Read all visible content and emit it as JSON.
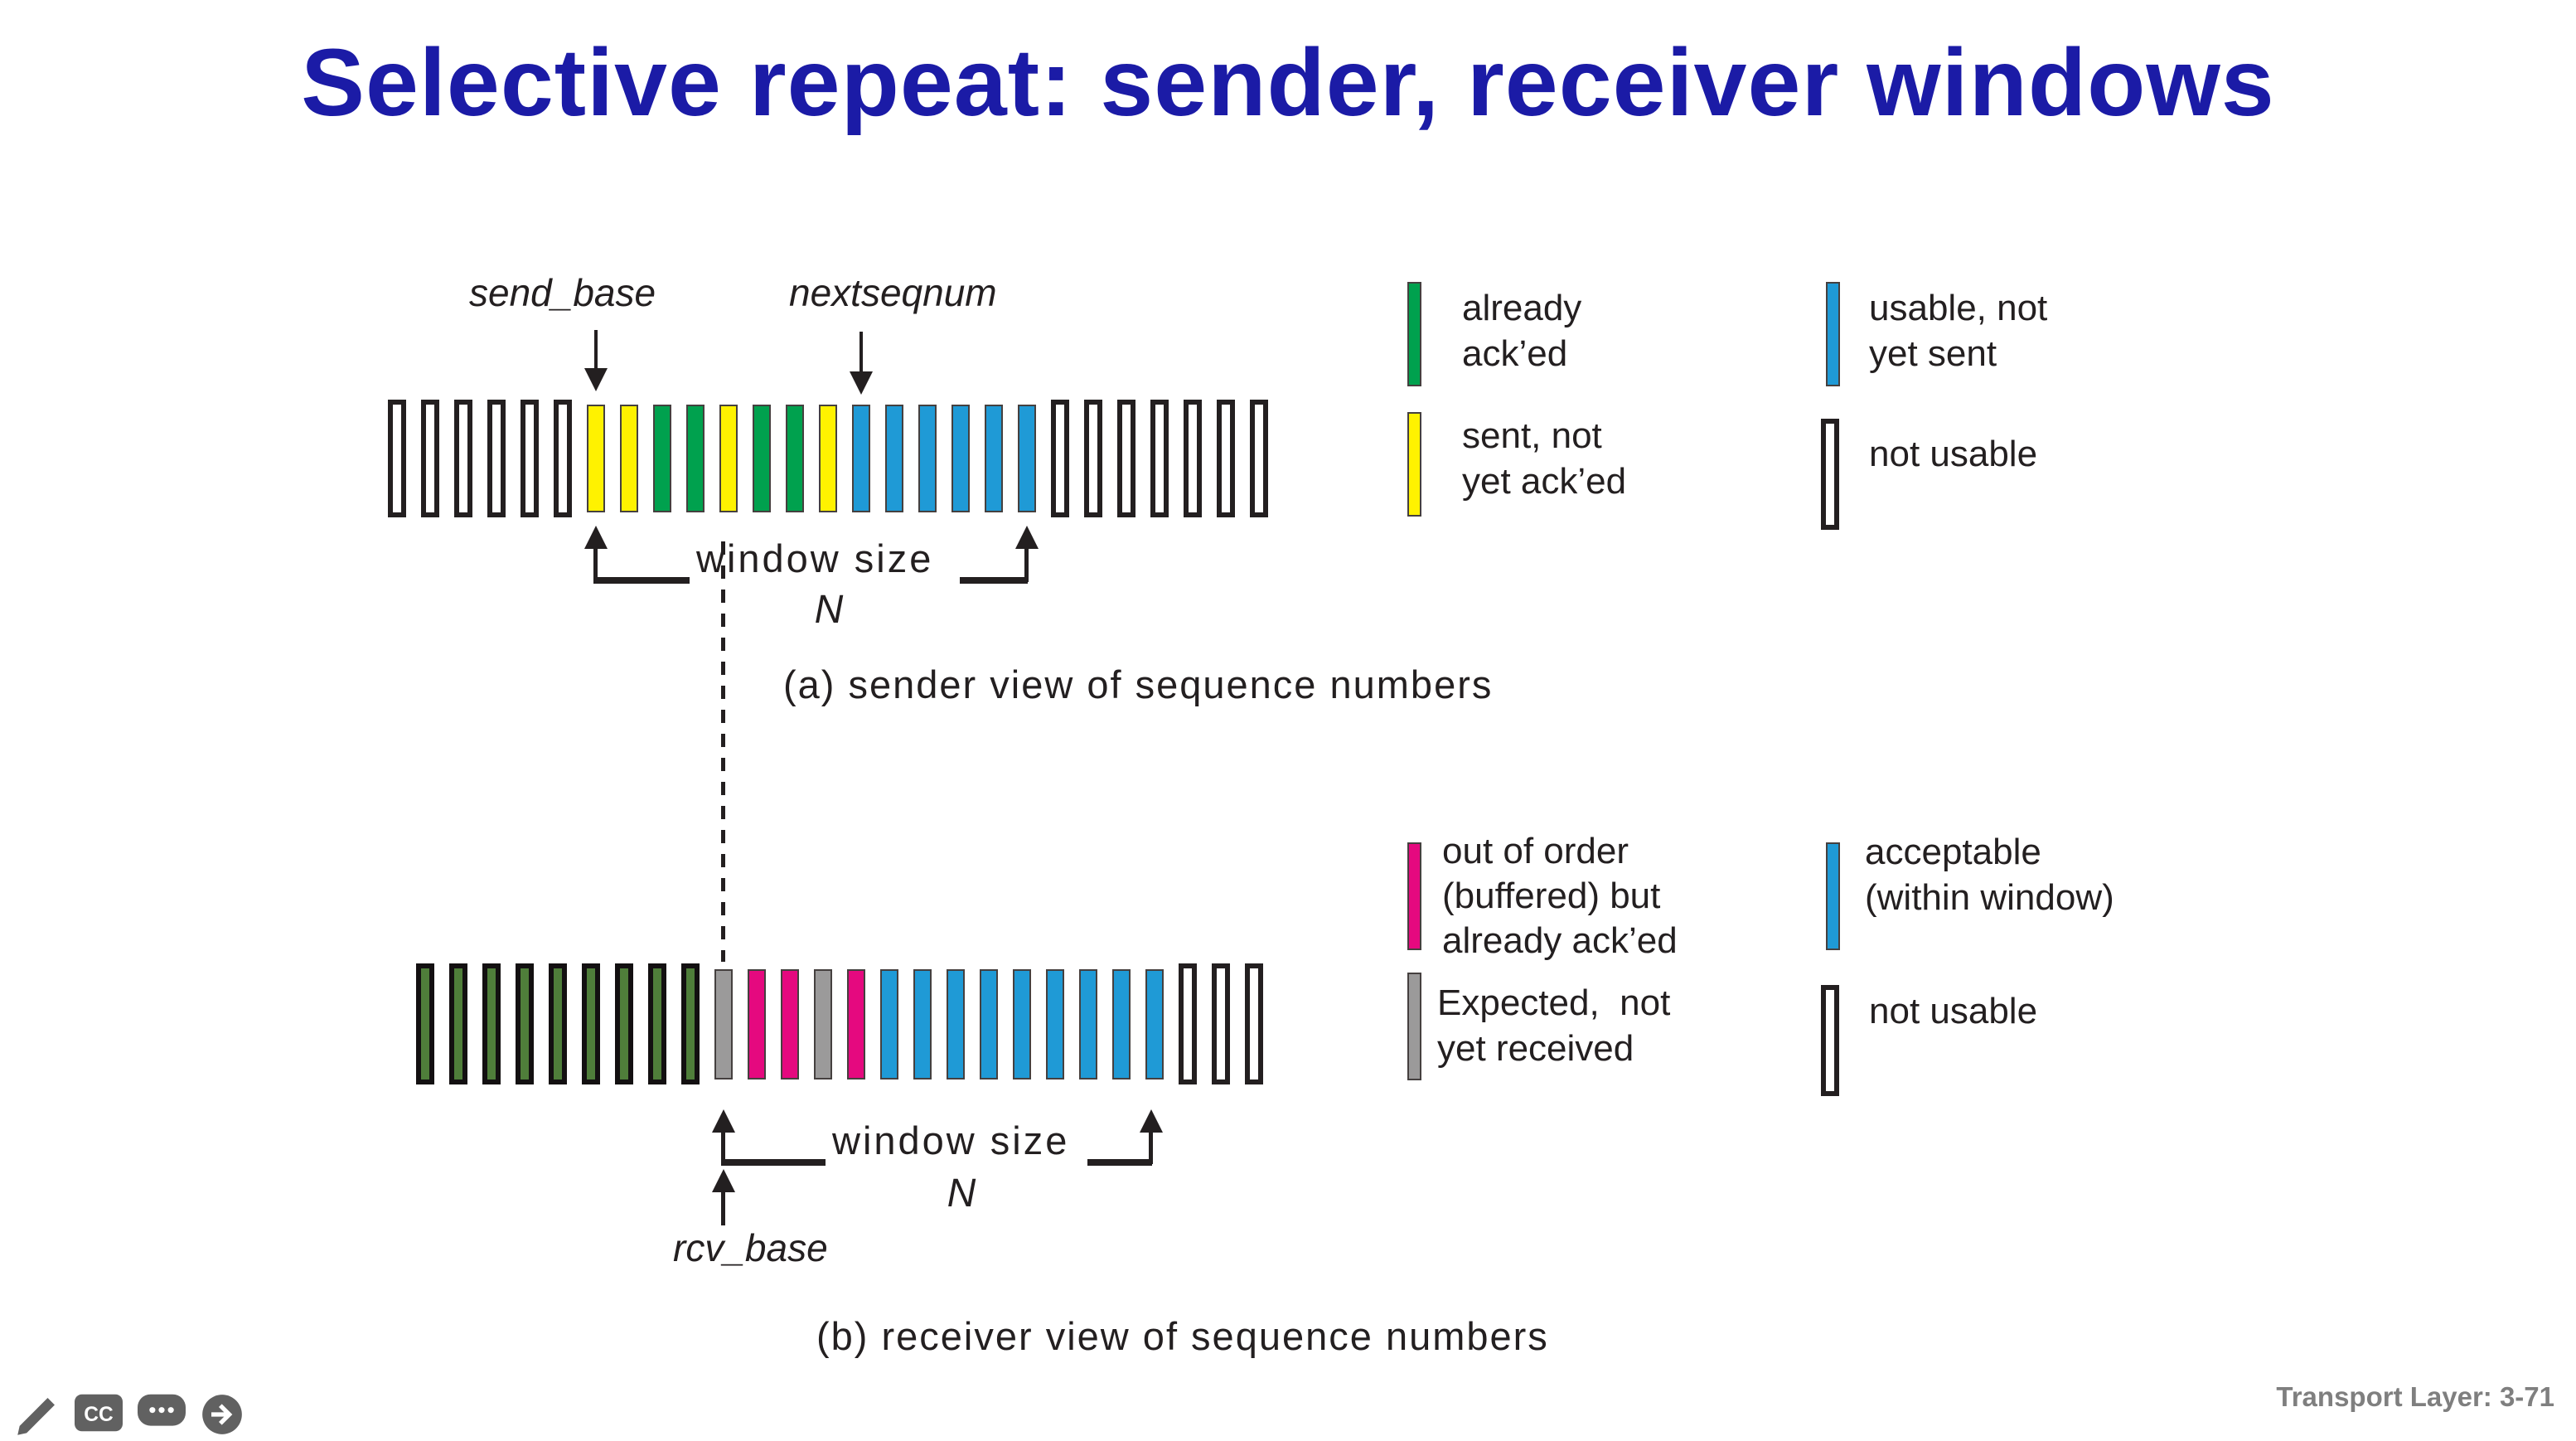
{
  "title": "Selective repeat: sender, receiver windows",
  "sender": {
    "send_base_label": "send_base",
    "nextseqnum_label": "nextseqnum",
    "window_size_label": "window size",
    "window_n_label": "N",
    "caption": "(a) sender view of sequence numbers",
    "bars": [
      "nu",
      "nu",
      "nu",
      "nu",
      "nu",
      "nu",
      "sent",
      "sent",
      "acked",
      "acked",
      "sent",
      "acked",
      "acked",
      "sent",
      "usable",
      "usable",
      "usable",
      "usable",
      "usable",
      "usable",
      "nu",
      "nu",
      "nu",
      "nu",
      "nu",
      "nu",
      "nu"
    ]
  },
  "receiver": {
    "rcv_base_label": "rcv_base",
    "window_size_label": "window size",
    "window_n_label": "N",
    "caption": "(b) receiver view of sequence numbers",
    "bars": [
      "recvd",
      "recvd",
      "recvd",
      "recvd",
      "recvd",
      "recvd",
      "recvd",
      "recvd",
      "recvd",
      "expected",
      "buffered",
      "buffered",
      "expected",
      "buffered",
      "acceptable",
      "acceptable",
      "acceptable",
      "acceptable",
      "acceptable",
      "acceptable",
      "acceptable",
      "acceptable",
      "acceptable",
      "nu",
      "nu",
      "nu"
    ]
  },
  "legend_sender": {
    "items": [
      {
        "icon": "acked-swatch",
        "lines": [
          "already",
          "ack’ed"
        ]
      },
      {
        "icon": "sent-swatch",
        "lines": [
          "sent, not",
          "yet ack’ed"
        ]
      },
      {
        "icon": "usable-swatch",
        "lines": [
          "usable, not",
          "yet sent"
        ]
      },
      {
        "icon": "not-usable-swatch",
        "lines": [
          "not usable"
        ]
      }
    ]
  },
  "legend_receiver": {
    "items": [
      {
        "icon": "buffered-swatch",
        "lines": [
          "out of order",
          "(buffered) but",
          "already ack’ed"
        ]
      },
      {
        "icon": "expected-swatch",
        "lines": [
          "Expected,  not",
          "yet received"
        ]
      },
      {
        "icon": "acceptable-swatch",
        "lines": [
          "acceptable",
          "(within window)"
        ]
      },
      {
        "icon": "not-usable-swatch",
        "lines": [
          "not usable"
        ]
      }
    ]
  },
  "footer": {
    "page_label": "Transport Layer: 3-71"
  },
  "toolbar_icons": [
    "edit-pencil-icon",
    "closed-captions-icon",
    "speech-ellipsis-icon",
    "arrow-circle-icon"
  ],
  "colors": {
    "title": "#1b1ba6",
    "text": "#231f20",
    "outline": "#231f20",
    "acked": "#00a14e",
    "sent": "#fff200",
    "usable": "#1f9ad6",
    "notusable_fill": "#ffffff",
    "recvd": "#4f7e3a",
    "expected": "#9b9a9a",
    "buffered": "#e5097f",
    "footer": "#7f7f7f",
    "icon": "#616161"
  }
}
